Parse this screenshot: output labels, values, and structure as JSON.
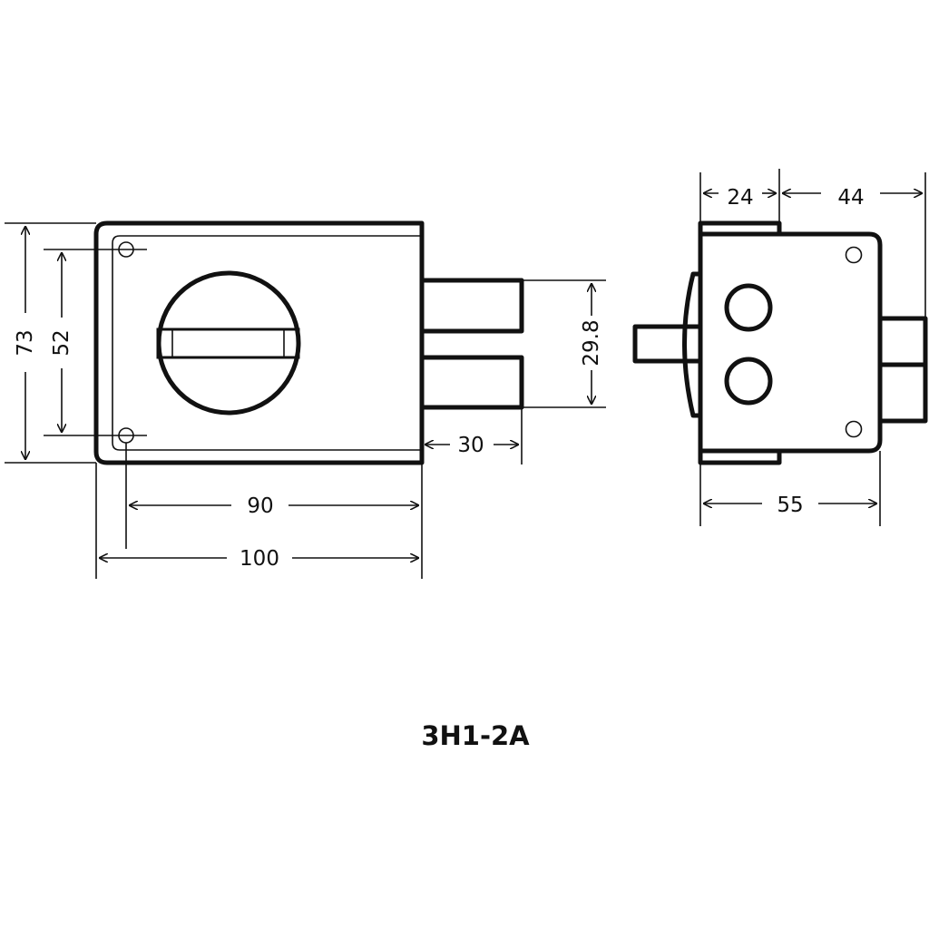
{
  "model_code": "3H1-2A",
  "front_view": {
    "dimensions": {
      "height_outer": "73",
      "height_holes": "52",
      "bolt_span": "29.8",
      "bolt_projection": "30",
      "width_holes": "90",
      "width_outer": "100"
    }
  },
  "side_view": {
    "dimensions": {
      "flange_width": "24",
      "body_depth": "44",
      "body_width": "55"
    }
  },
  "colors": {
    "line": "#111111",
    "background": "#ffffff"
  }
}
